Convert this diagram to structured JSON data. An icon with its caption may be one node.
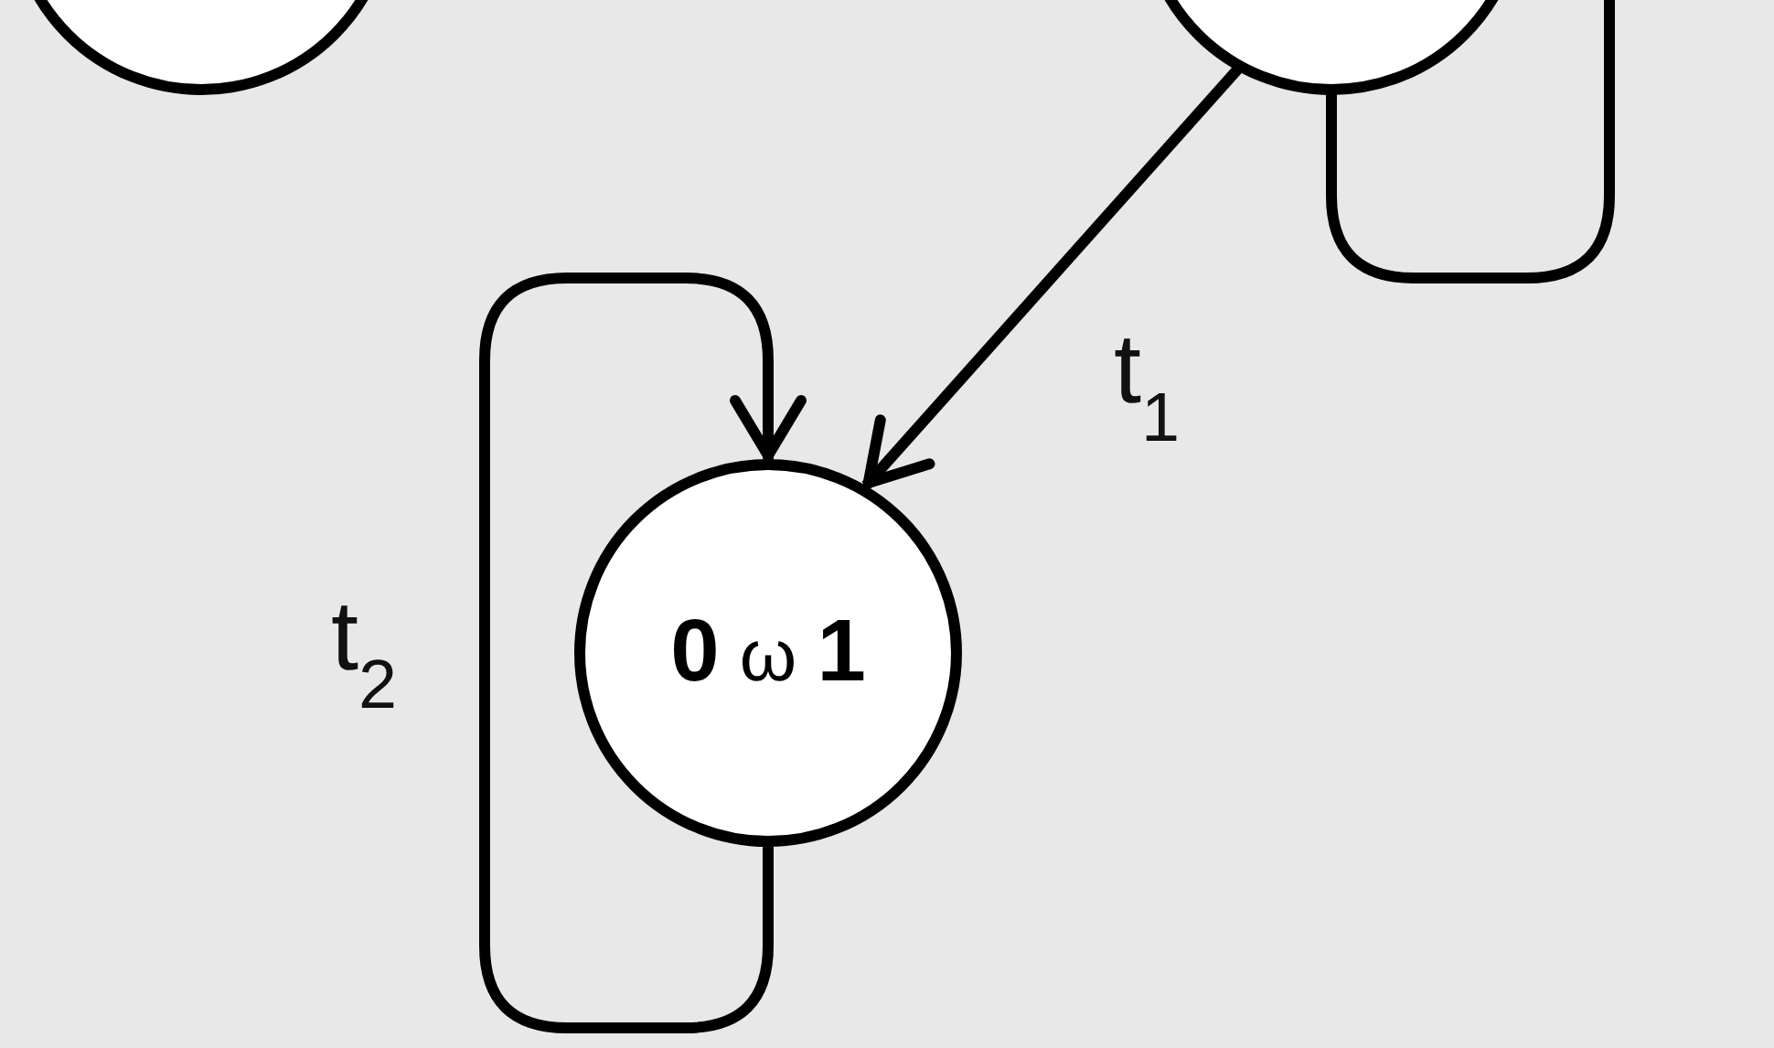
{
  "diagram": {
    "nodes": [
      {
        "text": [],
        "shape": "circle"
      },
      {
        "text": [],
        "shape": "circle"
      },
      {
        "text": [
          "**0** ω **1**"
        ]
      }
    ],
    "edges": [
      {
        "from": 1,
        "to": null,
        "arrow": "none"
      },
      {
        "from": 1,
        "to": 2,
        "arrow": "to",
        "label": "t$_{1}$"
      },
      {
        "from": 2,
        "to": 2,
        "arrow": "to",
        "label": "t$_{2}$"
      }
    ]
  }
}
